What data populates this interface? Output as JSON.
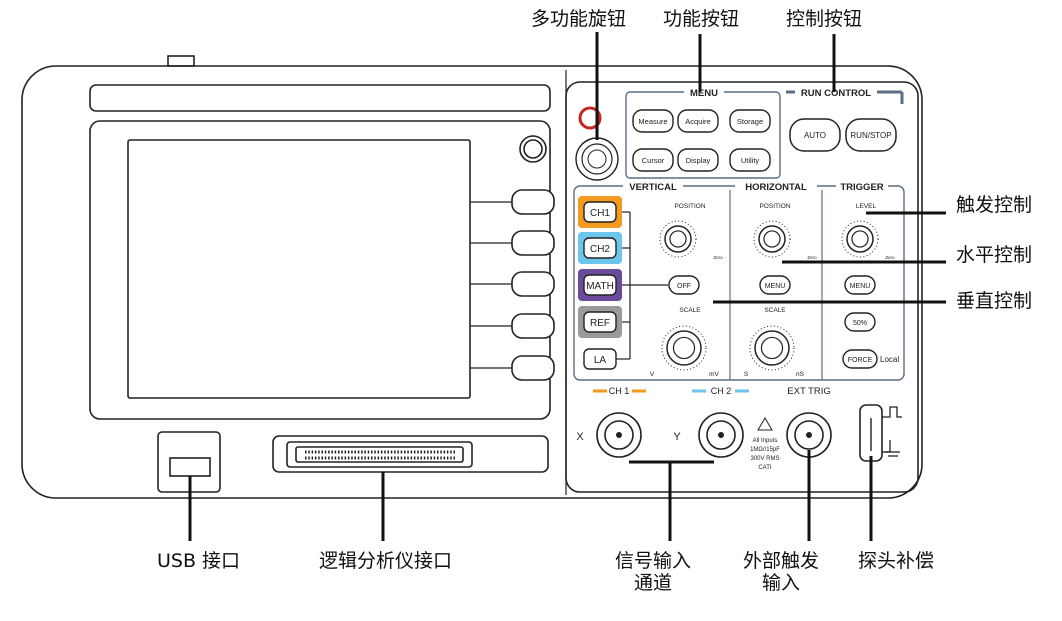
{
  "callouts": {
    "multi_knob": "多功能旋钮",
    "function_buttons": "功能按钮",
    "control_buttons": "控制按钮",
    "trigger_control": "触发控制",
    "horizontal_control": "水平控制",
    "vertical_control": "垂直控制",
    "usb_port": "USB 接口",
    "logic_analyzer_port": "逻辑分析仪接口",
    "signal_input_line1": "信号输入",
    "signal_input_line2": "通道",
    "ext_trigger_line1": "外部触发",
    "ext_trigger_line2": "输入",
    "probe_comp": "探头补偿"
  },
  "panel": {
    "menu_title": "MENU",
    "run_control_title": "RUN CONTROL",
    "menu_buttons": [
      "Measure",
      "Acquire",
      "Storage",
      "Cursor",
      "Display",
      "Utility"
    ],
    "run_buttons": [
      "AUTO",
      "RUN/STOP"
    ],
    "vertical_title": "VERTICAL",
    "horizontal_title": "HORIZONTAL",
    "trigger_title": "TRIGGER",
    "channel_buttons": [
      "CH1",
      "CH2",
      "MATH",
      "REF",
      "LA"
    ],
    "position": "POSITION",
    "scale": "SCALE",
    "level": "LEVEL",
    "off": "OFF",
    "menu_small": "MENU",
    "fifty": "50%",
    "force": "FORCE",
    "local": "Local",
    "v": "V",
    "mv": "mV",
    "s": "S",
    "ns": "nS",
    "zero": "Zero",
    "ch1_input": "CH 1",
    "ch2_input": "CH 2",
    "ext_trig": "EXT TRIG",
    "x": "X",
    "y": "Y",
    "warn_lines": [
      "All Inputs",
      "1MΩ//15pF",
      "300V RMS",
      "CATⅠ"
    ]
  },
  "colors": {
    "ch1": "#f39a1f",
    "ch2": "#6cc5ea",
    "math": "#6b4a9b",
    "ref": "#9a9a9a",
    "panel_line": "#5a6e86"
  }
}
